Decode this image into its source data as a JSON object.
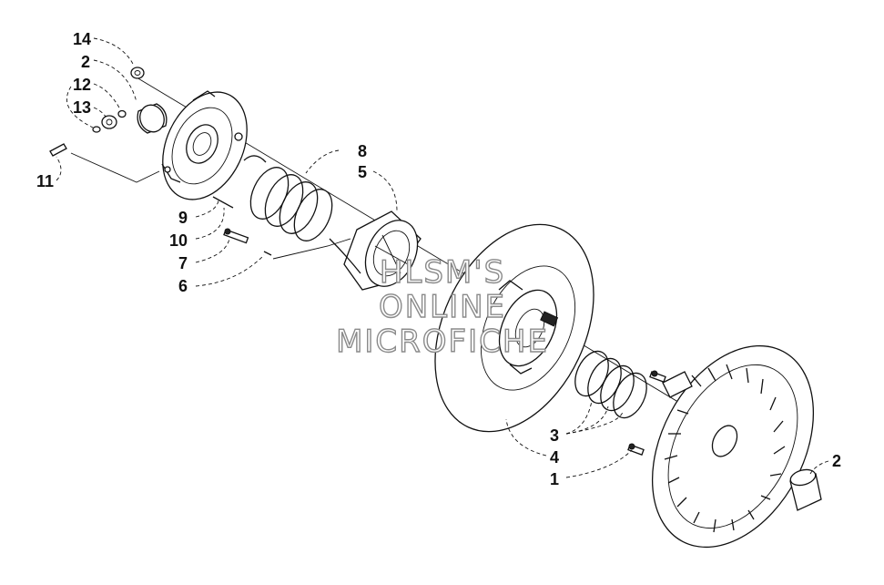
{
  "callouts": {
    "c14": "14",
    "c2a": "2",
    "c12": "12",
    "c13": "13",
    "c11": "11",
    "c9": "9",
    "c10": "10",
    "c7": "7",
    "c6": "6",
    "c8": "8",
    "c5": "5",
    "c3": "3",
    "c4": "4",
    "c1": "1",
    "c2b": "2"
  },
  "watermark": {
    "line1": "HLSM'S",
    "line2": "ONLINE",
    "line3": "MICROFICHE"
  }
}
